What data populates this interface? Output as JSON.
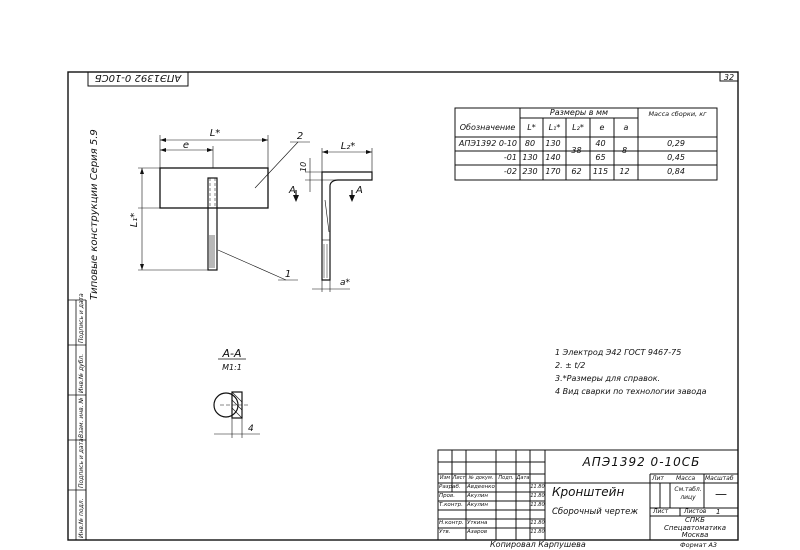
{
  "sheet": {
    "page_number": "32",
    "stamp_rotated": "АПЭ1392 0-10СБ",
    "side_series_text": "Типовые конструкции   Серия  5.9",
    "left_column_labels": [
      "Инв.№ подл.",
      "Подпись и дата",
      "Взам. инв. №",
      "Инв.№ дубл.",
      "Подпись и дата"
    ]
  },
  "drawing": {
    "dim_L": "L*",
    "dim_e": "e",
    "dim_L1": "L₁*",
    "dim_L2": "L₂*",
    "dim_a": "a*",
    "dim_10": "10",
    "callout_1": "1",
    "callout_2": "2",
    "section_arrow_a1": "А",
    "section_arrow_a2": "А",
    "section_title": "А-А",
    "section_scale": "М1:1",
    "section_dim": "4"
  },
  "spec_table": {
    "header_group": "Размеры в мм",
    "col_designation": "Обозначение",
    "cols": [
      "L*",
      "L₁*",
      "L₂*",
      "e",
      "a"
    ],
    "col_mass": "Масса сборки, кг",
    "rows": [
      {
        "designation": "АПЭ1392 0-10",
        "L": "80",
        "L1": "130",
        "L2": "38",
        "e": "40",
        "a": "8",
        "mass": "0,29"
      },
      {
        "designation": "-01",
        "L": "130",
        "L1": "140",
        "L2": "",
        "e": "65",
        "a": "",
        "mass": "0,45"
      },
      {
        "designation": "-02",
        "L": "230",
        "L1": "170",
        "L2": "62",
        "e": "115",
        "a": "12",
        "mass": "0,84"
      }
    ]
  },
  "notes": [
    "1 Электрод Э42 ГОСТ 9467-75",
    "2. ± t/2",
    "3.*Размеры для справок.",
    "4 Вид сварки по технологии завода"
  ],
  "title_block": {
    "doc_code": "АПЭ1392 0-10СБ",
    "item_name": "Кронштейн",
    "doc_type": "Сборочный чертеж",
    "lit_label": "Лит",
    "mass_label": "Масса",
    "scale_label": "Масштаб",
    "mass_value": "См.табл.",
    "mass_value2": "лицу",
    "scale_value": "—",
    "sheet_label": "Лист",
    "sheets_label": "Листов",
    "sheets_value": "1",
    "org": [
      "СПКБ",
      "Спецавтоматика",
      "Москва"
    ],
    "header_cells": [
      "Изм",
      "Лист",
      "№ докум.",
      "Подп.",
      "Дата"
    ],
    "roles": [
      {
        "role": "Разраб.",
        "name": "Авдеенко",
        "date": "11.80"
      },
      {
        "role": "Пров.",
        "name": "Акулин",
        "date": "11.80"
      },
      {
        "role": "Т.контр.",
        "name": "Акулин",
        "date": "11.80"
      },
      {
        "role": "Н.контр.",
        "name": "Уткина",
        "date": "11.80"
      },
      {
        "role": "Утв.",
        "name": "Азаров",
        "date": "11.80"
      }
    ],
    "copied_by": "Копировал  Карпушева",
    "format": "Формат А3"
  }
}
